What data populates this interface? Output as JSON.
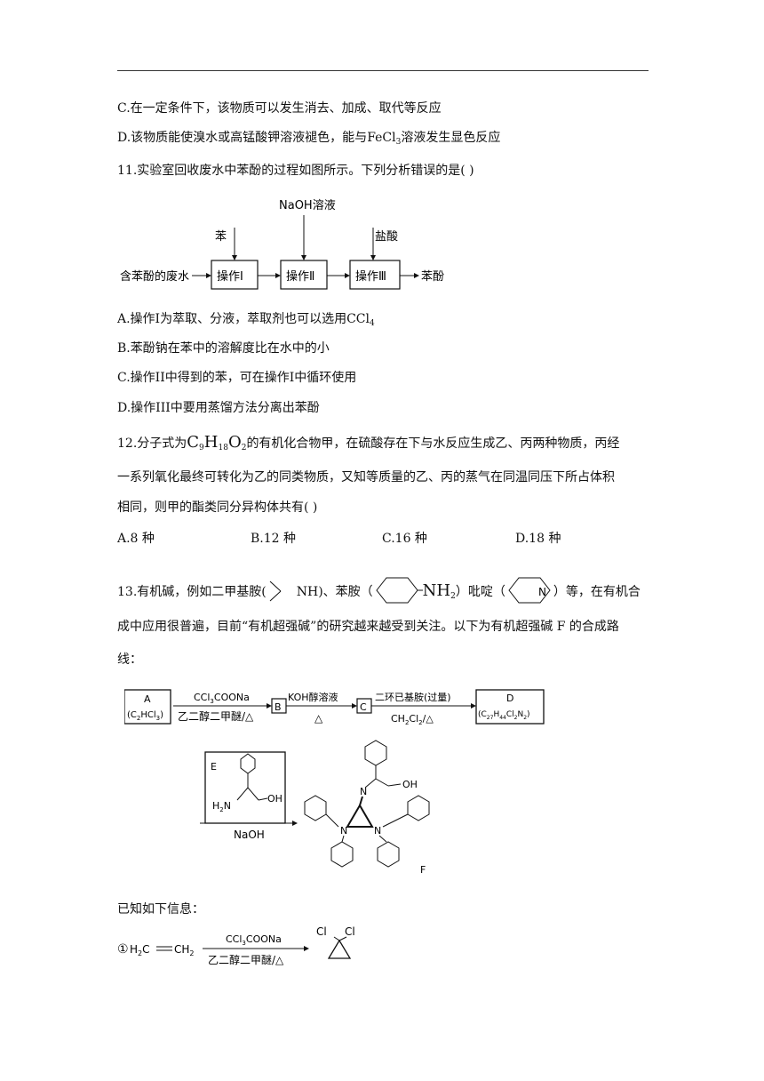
{
  "q10": {
    "optC": "C.在一定条件下，该物质可以发生消去、加成、取代等反应",
    "optD_pre": "D.该物质能使溴水或高锰酸钾溶液褪色，能与",
    "optD_chem": "FeCl",
    "optD_sub": "3",
    "optD_post": "溶液发生显色反应"
  },
  "q11": {
    "stem": "11.实验室回收废水中苯酚的过程如图所示。下列分析错误的是(      )",
    "flow": {
      "input": "含苯酚的废水",
      "op1": "操作Ⅰ",
      "op2": "操作Ⅱ",
      "op3": "操作Ⅲ",
      "add1": "苯",
      "add2": "NaOH溶液",
      "add3": "盐酸",
      "output": "苯酚"
    },
    "optA_pre": "A.操作I为萃取、分液，萃取剂也可以选用",
    "optA_chem": "CCl",
    "optA_sub": "4",
    "optB": "B.苯酚钠在苯中的溶解度比在水中的小",
    "optC": "C.操作II中得到的苯，可在操作I中循环使用",
    "optD": "D.操作III中要用蒸馏方法分离出苯酚"
  },
  "q12": {
    "pre": "12.分子式为",
    "f_c": "C",
    "f_c_sub": "9",
    "f_h": "H",
    "f_h_sub": "18",
    "f_o": "O",
    "f_o_sub": "2",
    "post": "的有机化合物甲，在硫酸存在下与水反应生成乙、丙两种物质，丙经",
    "line2": "一系列氧化最终可转化为乙的同类物质，又知等质量的乙、丙的蒸气在同温同压下所占体积",
    "line3": "相同，则甲的酯类同分异构体共有(      )",
    "optA": "A.8 种",
    "optB": "B.12 种",
    "optC": "C.16 种",
    "optD": "D.18 种"
  },
  "q13": {
    "pre": "13.有机碱，例如二甲基胺(",
    "nh": "NH",
    "mid1": ")、苯胺（",
    "nh2": "NH",
    "nh2_sub": "2",
    "mid2": "）吡啶（",
    "pyN": "N",
    "post": "）等，在有机合",
    "line2": "成中应用很普遍，目前“有机超强碱”的研究越来越受到关注。以下为有机超强碱 F 的合成路",
    "line3": "线：",
    "route": {
      "A_label": "A",
      "A_formula": "(C",
      "A_sub1": "2",
      "A_mid": "HCl",
      "A_sub2": "3",
      "A_close": ")",
      "r1_top": "CCl",
      "r1_top_sub": "3",
      "r1_top_post": "COONa",
      "r1_bottom": "乙二醇二甲醚/△",
      "B": "B",
      "r2_top": "KOH醇溶液",
      "r2_bottom": "△",
      "C": "C",
      "r3_top": "二环已基胺(过量)",
      "r3_bottom_pre": "CH",
      "r3_bottom_sub1": "2",
      "r3_bottom_mid": "Cl",
      "r3_bottom_sub2": "2",
      "r3_bottom_post": "/△",
      "D_label": "D",
      "D_formula": "(C",
      "D_s1": "27",
      "D_h": "H",
      "D_s2": "44",
      "D_cl": "Cl",
      "D_s3": "2",
      "D_n": "N",
      "D_s4": "2",
      "D_close": ")",
      "E_label": "E",
      "E_h2n": "H",
      "E_h2n_sub": "2",
      "E_n": "N",
      "E_oh": "OH",
      "r4_bottom": "NaOH",
      "F_label": "F",
      "F_oh": "OH",
      "F_n": "N"
    },
    "known": "已知如下信息：",
    "info1": {
      "num": "①",
      "h2c": "H",
      "h2c_sub": "2",
      "h2c_c": "C",
      "ch2": "CH",
      "ch2_sub": "2",
      "top": "CCl",
      "top_sub": "3",
      "top_post": "COONa",
      "bottom": "乙二醇二甲醚/△",
      "cl": "Cl"
    }
  }
}
